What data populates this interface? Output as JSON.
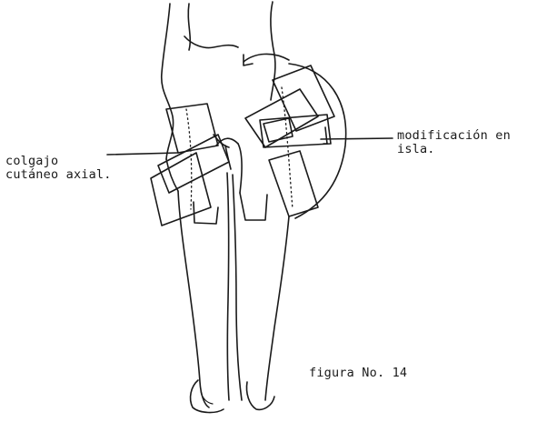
{
  "labels": {
    "left_line1": "colgajo",
    "left_line2": "cutáneo axial.",
    "right_line1": "modificación en",
    "right_line2": "isla."
  },
  "caption": "figura No. 14"
}
